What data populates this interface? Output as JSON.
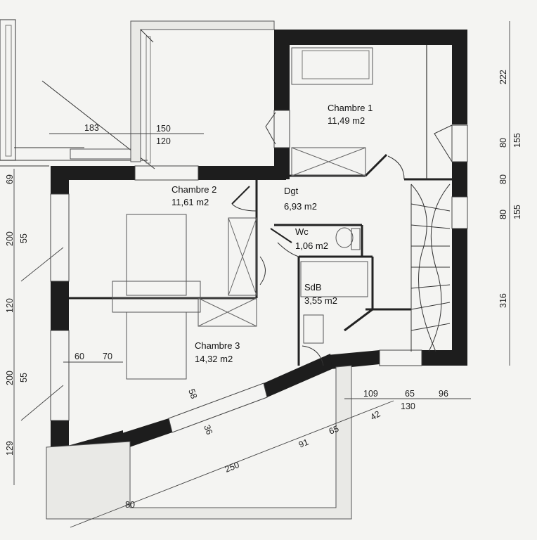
{
  "rooms": {
    "chambre1": {
      "name": "Chambre 1",
      "area": "11,49 m2"
    },
    "chambre2": {
      "name": "Chambre 2",
      "area": "11,61 m2"
    },
    "chambre3": {
      "name": "Chambre 3",
      "area": "14,32 m2"
    },
    "dgt": {
      "name": "Dgt",
      "area": "6,93 m2"
    },
    "wc": {
      "name": "Wc",
      "area": "1,06 m2"
    },
    "sdb": {
      "name": "SdB",
      "area": "3,55 m2"
    }
  },
  "dimensions": {
    "d183": "183",
    "d150": "150",
    "d120_top": "120",
    "d222": "222",
    "d80_a": "80",
    "d155_a": "155",
    "d80_b": "80",
    "d80_c": "80",
    "d155_b": "155",
    "d316": "316",
    "d69": "69",
    "d200_a": "200",
    "d55_a": "55",
    "d120_left": "120",
    "d200_b": "200",
    "d55_b": "55",
    "d129": "129",
    "d60": "60",
    "d70": "70",
    "d58": "58",
    "d36": "36",
    "d109": "109",
    "d65_a": "65",
    "d96": "96",
    "d130": "130",
    "d250": "250",
    "d91": "91",
    "d65_b": "65",
    "d42": "42",
    "d80_bottom": "80"
  }
}
